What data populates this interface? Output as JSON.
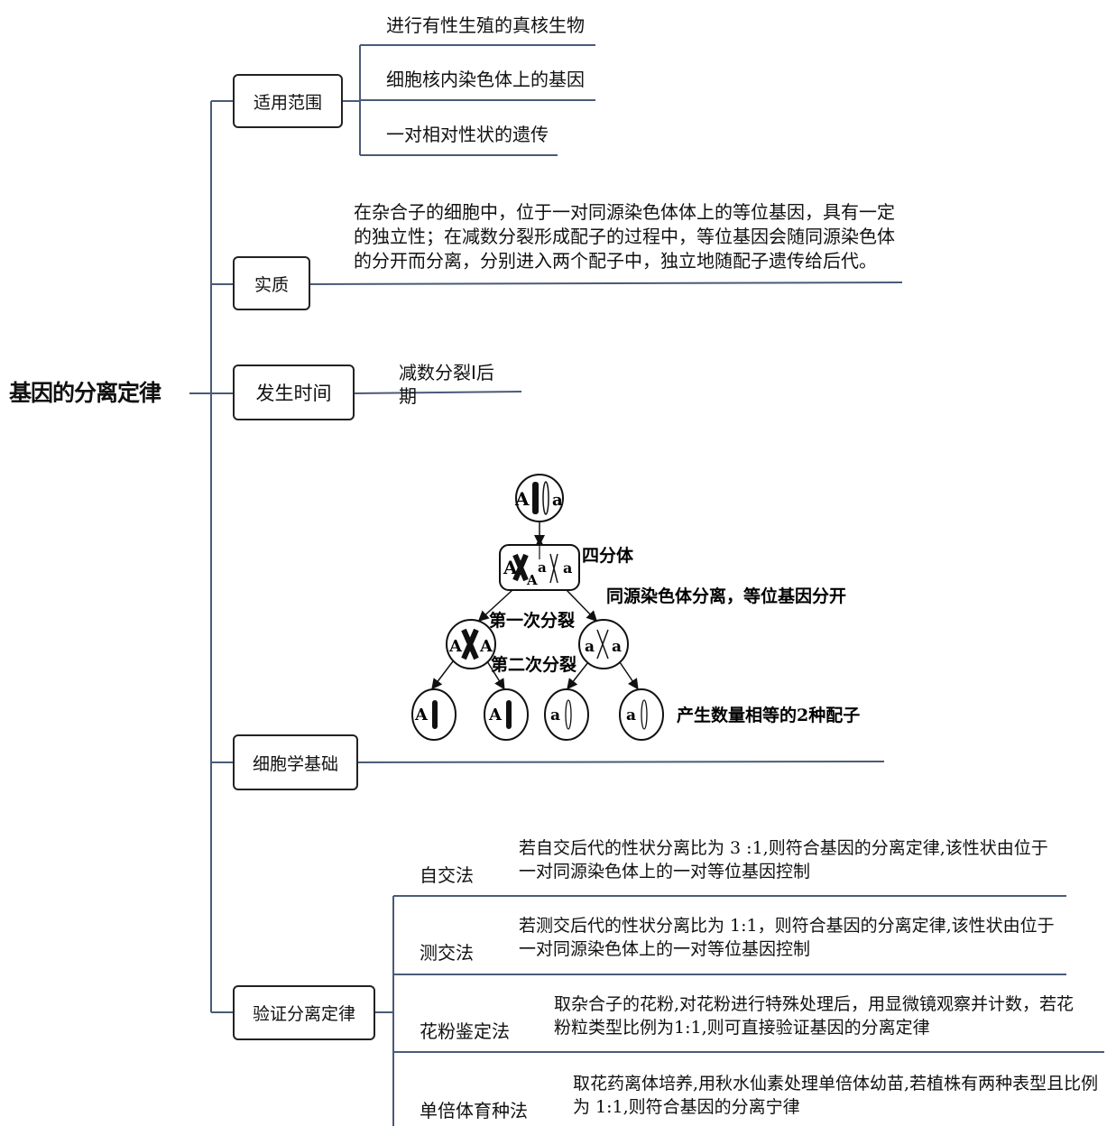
{
  "title": "基因的分离定律",
  "branches": {
    "scope": {
      "label": "适用范围",
      "items": [
        "进行有性生殖的真核生物",
        "细胞核内染色体上的基因",
        "一对相对性状的遗传"
      ]
    },
    "essence": {
      "label": "实质",
      "text": "在杂合子的细胞中，位于一对同源染色体体上的等位基因，具有一定的独立性；在减数分裂形成配子的过程中，等位基因会随同源染色体的分开而分离，分别进入两个配子中，独立地随配子遗传给后代。"
    },
    "timing": {
      "label": "发生时间",
      "text_line1": "减数分裂Ⅰ后",
      "text_line2": "期"
    },
    "cytology": {
      "label": "细胞学基础",
      "diagram": {
        "tetrad_label": "四分体",
        "homolog_sep": "同源染色体分离，等位基因分开",
        "first_div": "第一次分裂",
        "second_div": "第二次分裂",
        "gametes": "产生数量相等的2种配子",
        "allele_A": "A",
        "allele_a": "a"
      }
    },
    "verify": {
      "label": "验证分离定律",
      "methods": [
        {
          "name": "自交法",
          "desc": "若自交后代的性状分离比为 3 :1,则符合基因的分离定律,该性状由位于一对同源染色体上的一对等位基因控制"
        },
        {
          "name": "测交法",
          "desc": "若测交后代的性状分离比为 1:1，则符合基因的分离定律,该性状由位于一对同源染色体上的一对等位基因控制"
        },
        {
          "name": "花粉鉴定法",
          "desc": "取杂合子的花粉,对花粉进行特殊处理后，用显微镜观察并计数，若花粉粒类型比例为1:1,则可直接验证基因的分离定律"
        },
        {
          "name": "单倍体育种法",
          "desc": "取花药离体培养,用秋水仙素处理单倍体幼苗,若植株有两种表型且比例为 1:1,则符合基因的分离宁律"
        }
      ]
    }
  },
  "colors": {
    "line": "#4a5a78",
    "box_border": "#222222"
  }
}
